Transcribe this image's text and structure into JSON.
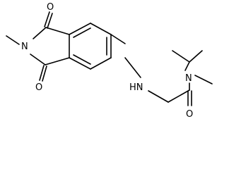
{
  "molecule": {
    "atoms": {
      "n_imide": "N",
      "o_top": "O",
      "o_bottom": "O",
      "nh": "HN",
      "n_amide": "N",
      "o_amide": "O"
    }
  }
}
